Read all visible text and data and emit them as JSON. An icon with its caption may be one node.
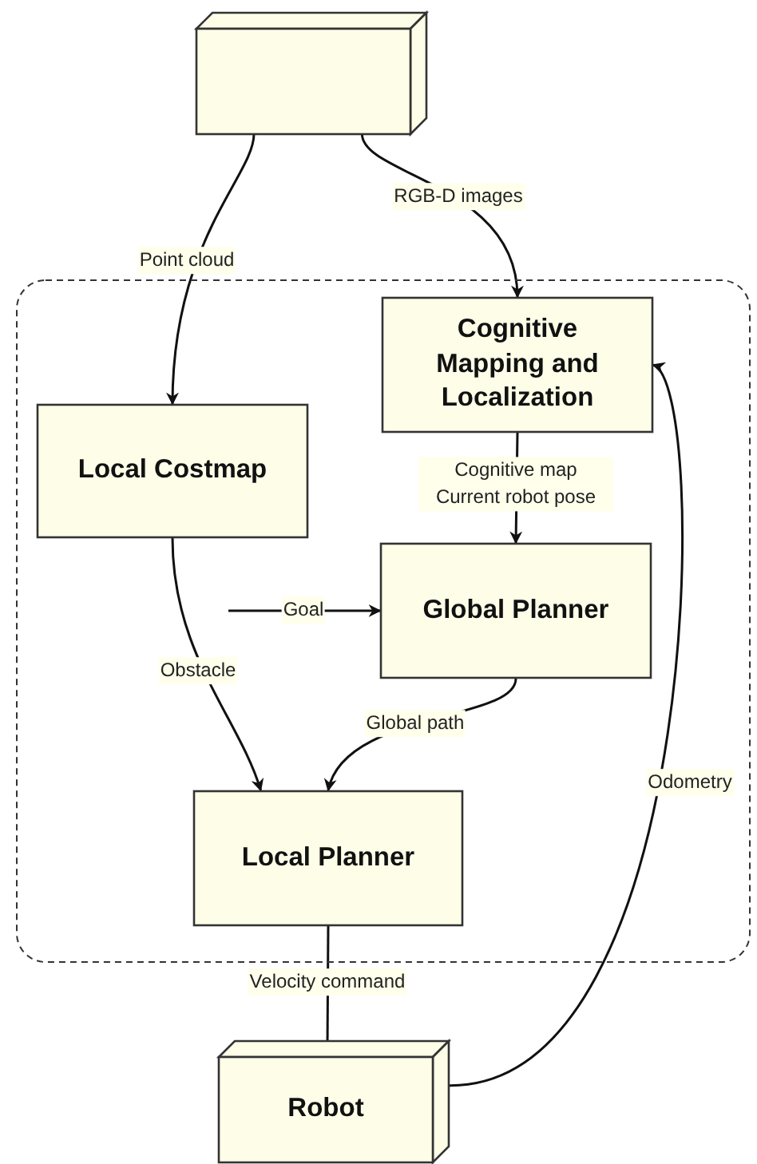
{
  "diagram": {
    "nodes": [
      {
        "text": [],
        "shape": "box"
      },
      {
        "text": [],
        "shape": "box"
      },
      {
        "text": [
          "Cognitive Mapping and Localization"
        ],
        "in": 1
      },
      {
        "text": [
          "Local Costmap"
        ],
        "in": 1
      },
      {
        "text": [
          "Global Planner"
        ],
        "in": 1
      },
      {
        "text": [
          "Local Planner"
        ],
        "in": 1
      },
      {
        "text": [
          "Robot"
        ]
      }
    ],
    "edges": [
      {
        "from": 0,
        "to": 3,
        "arrow": "to",
        "label": "Point cloud"
      },
      {
        "from": 0,
        "to": 2,
        "arrow": "to",
        "label": "RGB-D images"
      },
      {
        "from": 2,
        "to": 4,
        "arrow": "to",
        "label": "Cognitive map Current robot pose"
      },
      {
        "from": null,
        "to": 4,
        "arrow": "to",
        "label": "Goal"
      },
      {
        "from": 3,
        "to": 5,
        "arrow": "to",
        "label": "Obstacle"
      },
      {
        "from": 4,
        "to": 5,
        "arrow": "to",
        "label": "Global path"
      },
      {
        "from": 5,
        "to": 6,
        "arrow": "to",
        "label": "Velocity command"
      },
      {
        "from": 6,
        "to": 2,
        "arrow": "to",
        "label": "Odometry"
      }
    ]
  }
}
